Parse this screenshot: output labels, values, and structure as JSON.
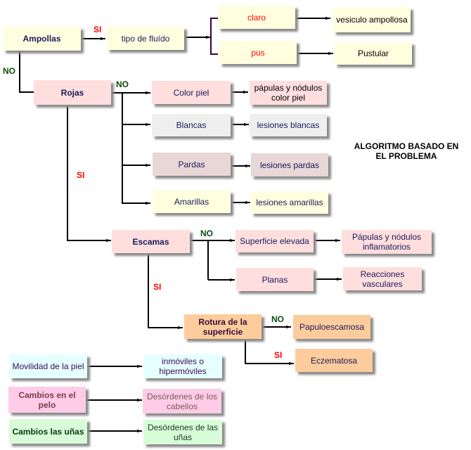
{
  "colors": {
    "cream": "#ffffe0",
    "pink": "#ffdede",
    "gray": "#efefef",
    "brown": "#e9d6d6",
    "yellow": "#ffffe0",
    "orange": "#fdcc9c",
    "cyan": "#e6ffff",
    "magenta": "#fecce6",
    "green": "#d8fcd8",
    "si": "#ff0000",
    "no": "#0b4d0b"
  },
  "title": "ALGORITMO BASADO EN EL PROBLEMA",
  "nodes": {
    "ampollas": "Ampollas",
    "tipo_fluido": "tipo de fluído",
    "claro": "claro",
    "pus": "pus",
    "vesiculo": "vesiculo ampollosa",
    "pustular": "Pustular",
    "rojas": "Rojas",
    "color_piel": "Color piel",
    "papulas_color": "pápulas y nódulos color piel",
    "blancas": "Blancas",
    "lesiones_blancas": "lesiones blancas",
    "pardas": "Pardas",
    "lesiones_pardas": "lesiones pardas",
    "amarillas": "Amarillas",
    "lesiones_amarillas": "lesiones amarillas",
    "escamas": "Escamas",
    "superficie_elevada": "Superficie elevada",
    "papulas_inflam": "Pápulas y nódulos inflamatorios",
    "planas": "Planas",
    "reacciones": "Reacciones vasculares",
    "rotura": "Rotura de la superficie",
    "papuloescamosa": "Papuloescamosa",
    "eczematosa": "Eczematosa",
    "movilidad": "Movilidad de la piel",
    "inmoviles": "inmóviles o hipermóviles",
    "cambios_pelo": "Cambios en el pelo",
    "desordenes_cabellos": "Desórdenes de los cabellos",
    "cambios_unas": "Cambios las uñas",
    "desordenes_unas": "Desórdenes de las uñas"
  },
  "labels": {
    "si": "SI",
    "no": "NO"
  }
}
